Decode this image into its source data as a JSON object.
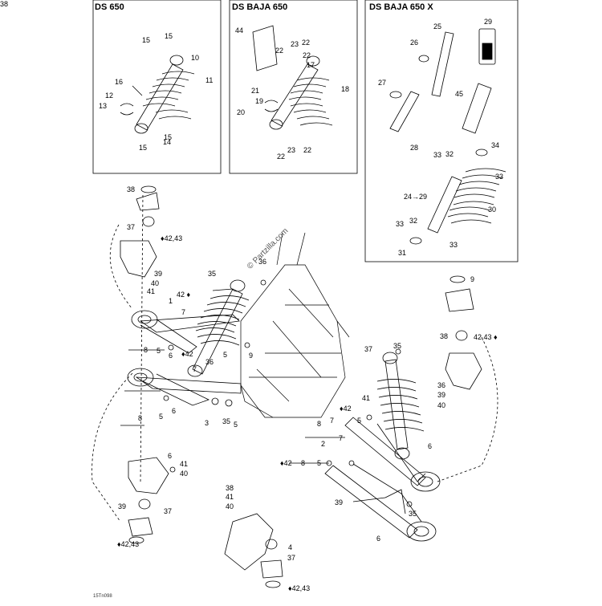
{
  "panels": {
    "ds650": "DS 650",
    "baja650": "DS BAJA 650",
    "baja650x": "DS BAJA 650 X"
  },
  "watermark": "© Partzilla.com",
  "drawing_code": "15Tn098",
  "callouts": [
    "15",
    "15",
    "10",
    "11",
    "16",
    "12",
    "13",
    "15",
    "14",
    "15",
    "44",
    "22",
    "23",
    "22",
    "22",
    "17",
    "18",
    "21",
    "19",
    "20",
    "22",
    "23",
    "22",
    "25",
    "29",
    "26",
    "45",
    "27",
    "28",
    "33",
    "32",
    "34",
    "33",
    "24→29",
    "30",
    "33",
    "32",
    "31",
    "33",
    "38",
    "37",
    "♦42,43",
    "39",
    "40",
    "41",
    "35",
    "36",
    "42 ♦",
    "7",
    "1",
    "8",
    "5",
    "6",
    "♦42",
    "5",
    "9",
    "36",
    "7",
    "8",
    "5",
    "6",
    "3",
    "35",
    "5",
    "9",
    "38",
    "42,43 ♦",
    "37",
    "35",
    "36",
    "39",
    "40",
    "41",
    "♦42",
    "7",
    "8",
    "5",
    "6",
    "2",
    "7",
    "♦42",
    "8",
    "5",
    "6",
    "41",
    "40",
    "39",
    "37",
    "♦42,43",
    "38",
    "41",
    "40",
    "39",
    "35",
    "6",
    "4",
    "37",
    "♦42,43",
    "38"
  ]
}
